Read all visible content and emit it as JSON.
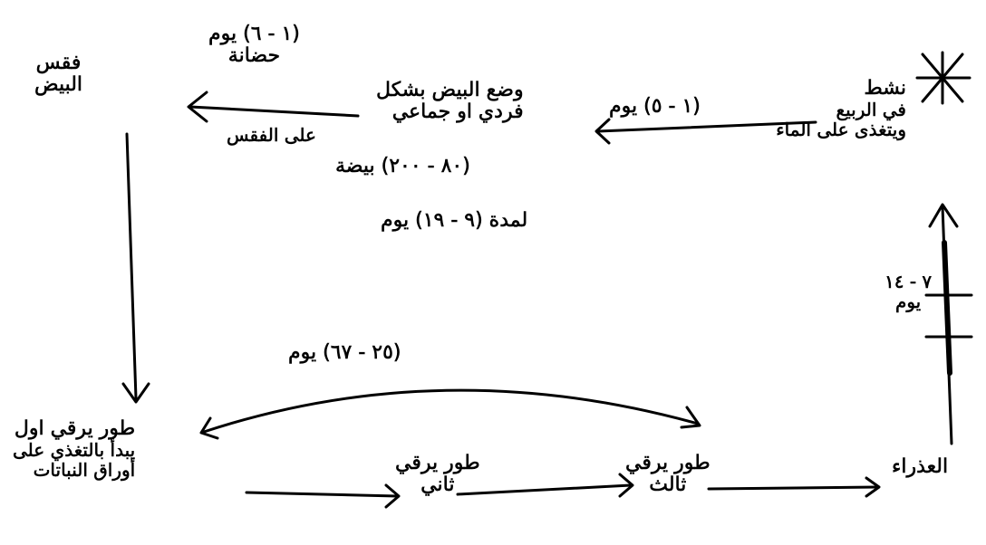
{
  "nodes": {
    "active_worm": {
      "lines": [
        "نشط",
        "في الربيع",
        "ويتغذى على الماء"
      ]
    },
    "eggs_laid": {
      "lines": [
        "وضع البيض بشكل",
        "فردي او جماعي"
      ]
    },
    "eggs_count": {
      "text": "(٨٠ - ٢٠٠) بيضة"
    },
    "embryo_period": {
      "text": "لمدة (٩ - ١٩) يوم"
    },
    "egg_hatch": {
      "lines": [
        "فقس",
        "البيض"
      ]
    },
    "hatch_period": {
      "lines": [
        "(١ - ٦) يوم",
        "حضانة"
      ]
    },
    "first_instar": {
      "lines": [
        "طور يرقي اول",
        "يبدأ بالتغذي على",
        "أوراق النباتات"
      ]
    },
    "second_instar": {
      "lines": [
        "طور يرقي",
        "ثاني"
      ]
    },
    "third_instar": {
      "lines": [
        "طور يرقي",
        "ثالث"
      ]
    },
    "pupa": {
      "text": "العذراء"
    },
    "pupa_period": {
      "lines": [
        "٧ - ١٤",
        "يوم"
      ]
    },
    "larva_period": {
      "text": "(٢٥ - ٦٧) يوم"
    }
  },
  "edge_labels": {
    "a_to_eggs": "(١ - ٥) يوم",
    "on_hatch": "على الفقس"
  },
  "colors": {
    "ink": "#000000",
    "background": "#ffffff"
  }
}
